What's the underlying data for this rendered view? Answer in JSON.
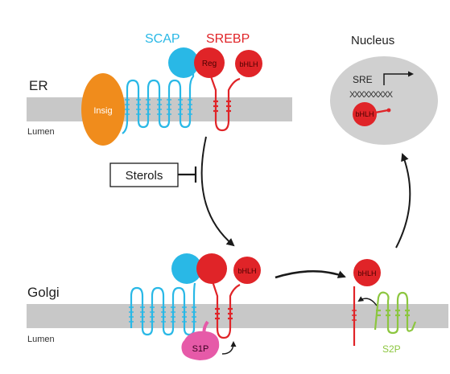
{
  "labels": {
    "scap": "SCAP",
    "srebp": "SREBP",
    "er": "ER",
    "lumen_er": "Lumen",
    "insig": "Insig",
    "reg": "Reg",
    "bhlh_er": "bHLH",
    "nucleus": "Nucleus",
    "sre": "SRE",
    "dna": "XXXXXXXXX",
    "bhlh_nucleus": "bHLH",
    "sterols": "Sterols",
    "golgi": "Golgi",
    "lumen_golgi": "Lumen",
    "bhlh_golgi": "bHLH",
    "bhlh_cleaved": "bHLH",
    "s1p": "S1P",
    "s2p": "S2P"
  },
  "colors": {
    "membrane": "#c8c8c8",
    "scap": "#29b8e6",
    "srebp": "#e02428",
    "insig": "#f08c1c",
    "s1p": "#e65aa8",
    "s2p": "#8cc63f",
    "nucleus": "#d0d0d0",
    "arrow": "#1a1a1a"
  },
  "icons": {
    "sre_transcription_arrow": "right-angle-arrow-icon",
    "sterol_inhibition": "t-bar-inhibition-icon"
  }
}
